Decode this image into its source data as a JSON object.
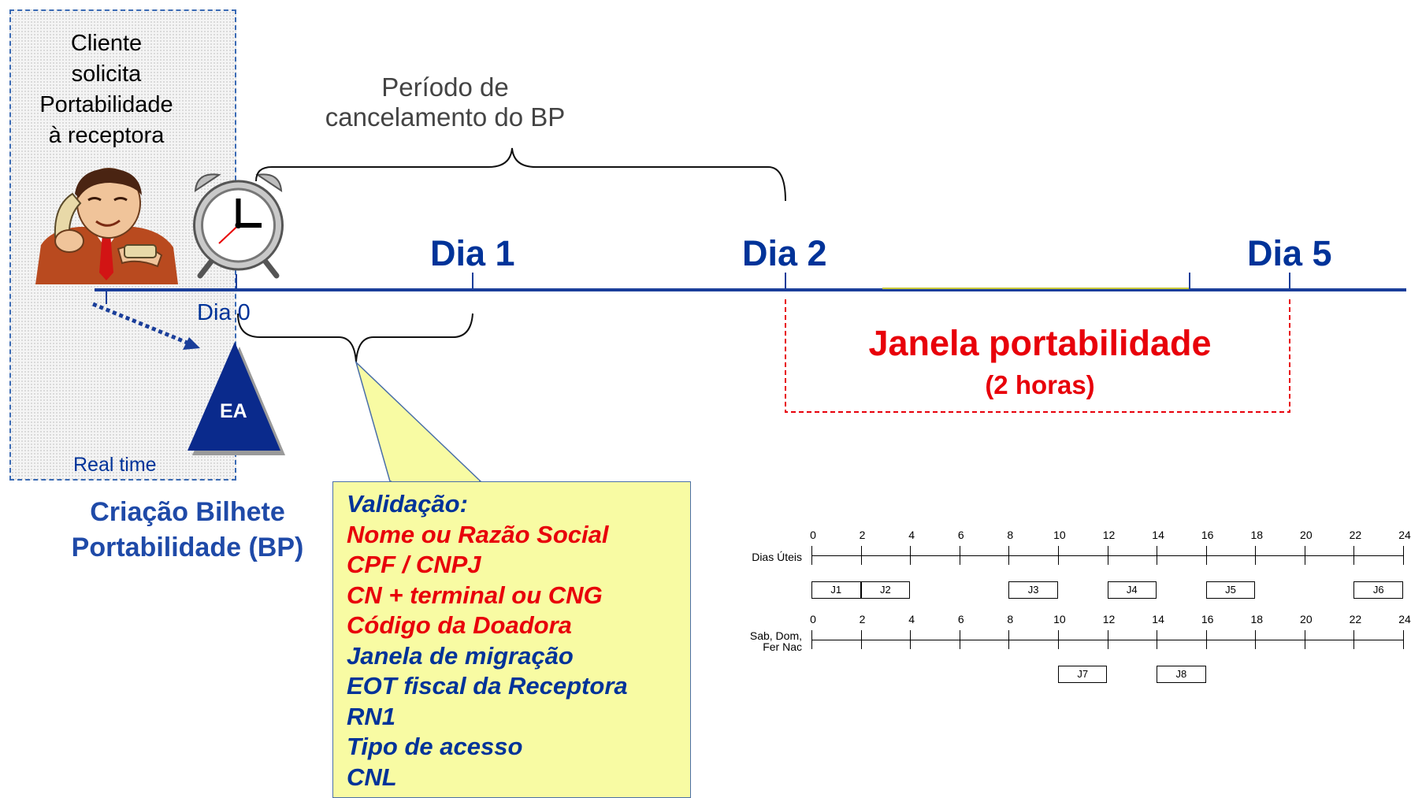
{
  "client_box": {
    "lines": [
      "Cliente",
      "solicita",
      "Portabilidade",
      "à receptora"
    ],
    "realtime": "Real time"
  },
  "periodo": {
    "line1": "Período de",
    "line2": "cancelamento do BP"
  },
  "timeline": {
    "dia0": "Dia 0",
    "dia1": "Dia 1",
    "dia2": "Dia 2",
    "dia5": "Dia 5",
    "line_color": "#1a3e9a"
  },
  "ea": {
    "label": "EA",
    "color": "#0a2a8c"
  },
  "criacao": {
    "line1": "Criação Bilhete",
    "line2": "Portabilidade (BP)"
  },
  "janela": {
    "title": "Janela portabilidade",
    "subtitle": "(2 horas)",
    "color": "#e8000a"
  },
  "validacao": {
    "title": "Validação:",
    "items": [
      {
        "text": "Nome ou Razão Social",
        "color": "#e8000a"
      },
      {
        "text": "CPF / CNPJ",
        "color": "#e8000a"
      },
      {
        "text": "CN + terminal ou CNG",
        "color": "#e8000a"
      },
      {
        "text": "Código da Doadora",
        "color": "#e8000a"
      },
      {
        "text": "Janela de migração",
        "color": "#003399"
      },
      {
        "text": "EOT fiscal da Receptora",
        "color": "#003399"
      },
      {
        "text": "RN1",
        "color": "#003399"
      },
      {
        "text": "Tipo de acesso",
        "color": "#003399"
      },
      {
        "text": "CNL",
        "color": "#003399"
      }
    ],
    "title_color": "#003399"
  },
  "schedule": {
    "hours": [
      "0",
      "2",
      "4",
      "6",
      "8",
      "10",
      "12",
      "14",
      "16",
      "18",
      "20",
      "22",
      "24"
    ],
    "rows": [
      {
        "label_lines": [
          "Dias Úteis"
        ],
        "windows": [
          {
            "label": "J1",
            "start": 0,
            "end": 2
          },
          {
            "label": "J2",
            "start": 2,
            "end": 4
          },
          {
            "label": "J3",
            "start": 8,
            "end": 10
          },
          {
            "label": "J4",
            "start": 12,
            "end": 14
          },
          {
            "label": "J5",
            "start": 16,
            "end": 18
          },
          {
            "label": "J6",
            "start": 22,
            "end": 24
          }
        ]
      },
      {
        "label_lines": [
          "Sab, Dom,",
          "Fer Nac"
        ],
        "windows": [
          {
            "label": "J7",
            "start": 10,
            "end": 12
          },
          {
            "label": "J8",
            "start": 14,
            "end": 16
          }
        ]
      }
    ]
  },
  "icons": {
    "person": "man-on-phone-icon",
    "clock": "alarm-clock-icon"
  }
}
